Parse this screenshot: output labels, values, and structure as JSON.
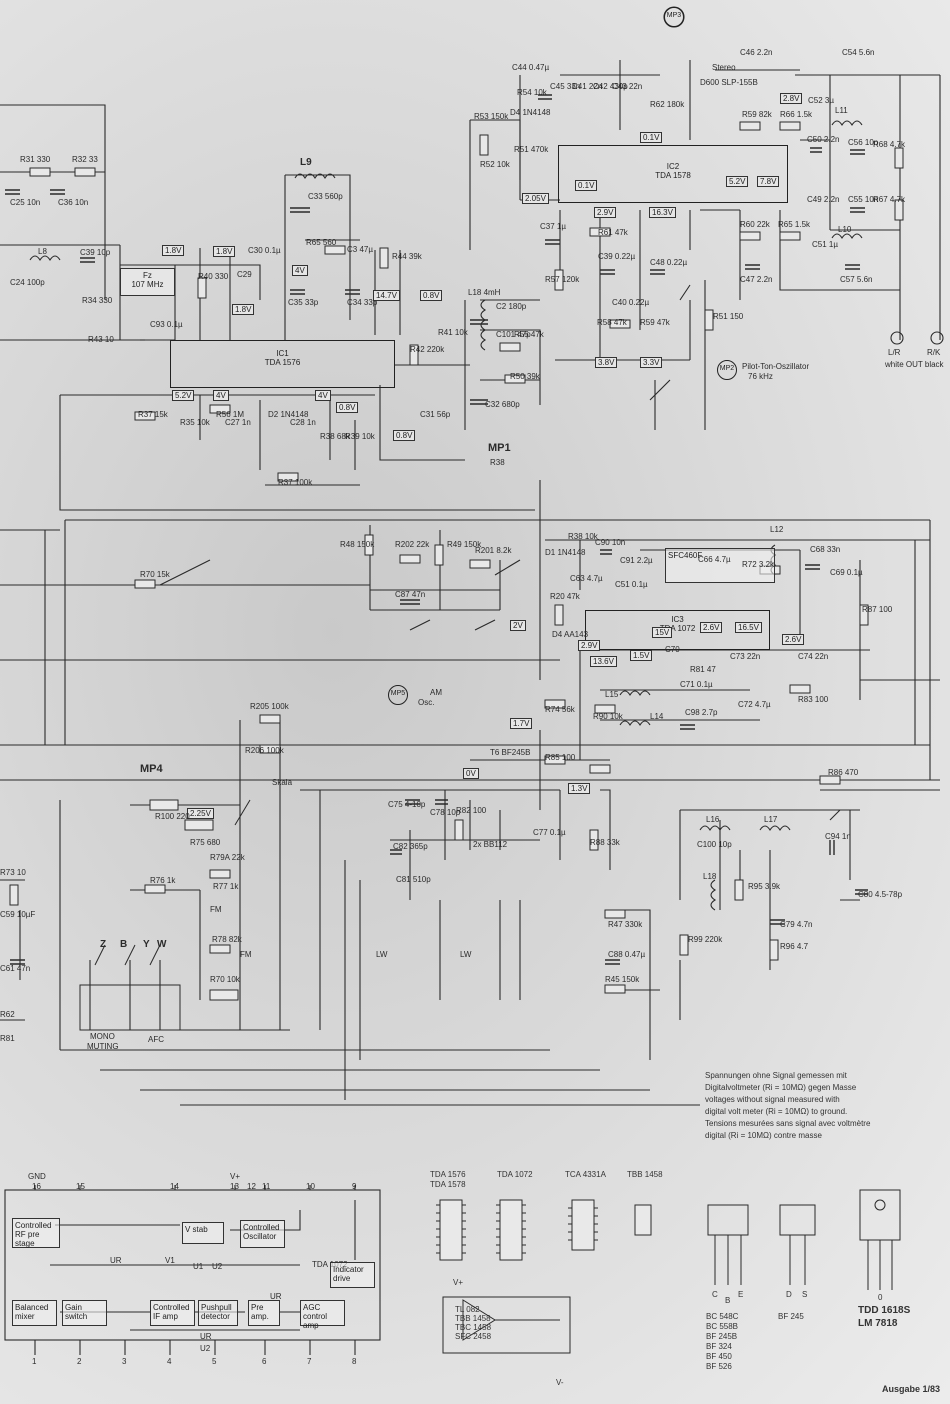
{
  "ics": {
    "ic1": {
      "ref": "IC1",
      "part": "TDA 1576"
    },
    "ic2": {
      "ref": "IC2",
      "part": "TDA 1578"
    },
    "ic3": {
      "ref": "IC3",
      "part": "TDA 1072"
    }
  },
  "measure_points": [
    "MP1",
    "MP2",
    "MP3",
    "MP4",
    "MP5"
  ],
  "top_labels": {
    "stereo": "Stereo",
    "stereo_led": "D600 SLP-155B",
    "pilot": "Pilot-Ton-Oszillator",
    "pilot_freq": "76 kHz",
    "mp1_r": "R38",
    "filter": "107 MHz",
    "fz": "Fz",
    "sfc": "SFC460F",
    "am": "AM",
    "osc": "Osc.",
    "skala": "Skala",
    "out_l": "L/R",
    "out_r": "R/K",
    "out_caption": "white OUT black"
  },
  "voltages": [
    "1.8V",
    "1.8V",
    "1.8V",
    "0.8V",
    "14.7V",
    "4V",
    "5.2V",
    "4V",
    "4V",
    "0.8V",
    "0.8V",
    "2.8V",
    "0.1V",
    "5.2V",
    "7.8V",
    "16.3V",
    "2.05V",
    "0.1V",
    "2.9V",
    "3.8V",
    "3.3V",
    "2V",
    "2.9V",
    "13.6V",
    "15V",
    "16.5V",
    "2.6V",
    "2.6V",
    "1.5V",
    "1.7V",
    "0V",
    "1.3V",
    "2.25V"
  ],
  "components": [
    "R31 330",
    "R32 33",
    "C25 10n",
    "C36 10n",
    "C39 10p",
    "C24 100p",
    "L8",
    "R34 330",
    "R43 10",
    "C93 0.1µ",
    "R40 330",
    "C29",
    "C30 0.1µ",
    "L9",
    "C33 560p",
    "R65 560",
    "C35 33p",
    "C3 47µ",
    "R44 39k",
    "C34 33p",
    "R37 15k",
    "R56 1M",
    "D2 1N4148",
    "R35 10k",
    "C27 1n",
    "C28 1n",
    "R38 68k",
    "R39 10k",
    "R37 100k",
    "C31 56p",
    "R42 220k",
    "R41 10k",
    "L18 4mH",
    "C2 180p",
    "C101 47p",
    "R55 47k",
    "R50 39k",
    "C32 680p",
    "C44 0.47µ",
    "R54 10k",
    "D4 1N4148",
    "R53 150k",
    "R52 10k",
    "R51 470k",
    "C45 33n",
    "C41 22n",
    "C42 430p",
    "C43 22n",
    "R62 180k",
    "C37 1µ",
    "R57 120k",
    "C39 0.22µ",
    "C48 0.22µ",
    "C40 0.22µ",
    "R61 47k",
    "R58 47k",
    "R59 47k",
    "R51 150",
    "C46 2.2n",
    "R59 82k",
    "R66 1.5k",
    "C52 3µ",
    "L11",
    "C54 5.6n",
    "C50 2.2n",
    "C56 10n",
    "R68 4.7k",
    "C49 2.2n",
    "C55 10n",
    "R67 4.7k",
    "R60 22k",
    "R65 1.5k",
    "C51 1µ",
    "L10",
    "C47 2.2n",
    "C57 5.6n",
    "R48 150k",
    "R202 22k",
    "R49 150k",
    "R201 8.2k",
    "C87 47n",
    "R70 15k",
    "D1 1N4148",
    "R38 10k",
    "C90 10n",
    "C91 2.2µ",
    "C63 4.7µ",
    "C51 0.1µ",
    "R20 47k",
    "D4 AA143",
    "C66 4.7µ",
    "R72 3.2k",
    "L12",
    "C68 33n",
    "C69 0.1µ",
    "C73 22n",
    "C74 22n",
    "R81 47",
    "C70",
    "C71 0.1µ",
    "R74 56k",
    "L15",
    "R90 10k",
    "L14",
    "C98 2.7p",
    "C72 4.7µ",
    "R83 100",
    "R205 100k",
    "R206 100k",
    "T6 BF245B",
    "R85 100",
    "R86 470",
    "C75 4-10p",
    "C78 10p",
    "R82 100",
    "2x BB112",
    "C77 0.1µ",
    "R88 33k",
    "C82 365p",
    "C81 510p",
    "R100 220",
    "R75 680",
    "R79A 22k",
    "R77 1k",
    "R78 82k",
    "R76 1k",
    "R70 10k",
    "C59 10µF",
    "C61 47n",
    "L16",
    "L17",
    "C100 10p",
    "C94 1n",
    "L18",
    "R95 3.9k",
    "C79 4.7n",
    "R96 4.7",
    "R99 220k",
    "R47 330k",
    "C88 0.47µ",
    "R45 150k",
    "C80 4.5-78p",
    "R87 100",
    "R73 10",
    "R62",
    "R81"
  ],
  "switch_labels": [
    "Z",
    "B",
    "Y",
    "W",
    "MONO",
    "MUTING",
    "AFC",
    "LW",
    "FM",
    "LW",
    "FM"
  ],
  "notes": [
    "Spannungen ohne Signal gemessen mit",
    "Digitalvoltmeter (Ri = 10MΩ) gegen Masse",
    "voltages without signal measured with",
    "digital volt meter (Ri = 10MΩ) to ground.",
    "Tensions mesurées sans signal avec voltmètre",
    "digital (Ri = 10MΩ) contre masse"
  ],
  "block_diagram": {
    "pins_top": [
      "GND",
      "16",
      "15",
      "14",
      "V+",
      "13",
      "12",
      "11",
      "10",
      "9"
    ],
    "pins_bottom": [
      "1",
      "2",
      "3",
      "4",
      "5",
      "6",
      "7",
      "8"
    ],
    "title": "TDA 1072",
    "blocks": [
      "Controlled RF pre stage",
      "V stab",
      "Controlled Oscillator",
      "Balanced mixer",
      "Gain switch",
      "Controlled IF amp",
      "Pushpull detector",
      "Pre amp.",
      "AGC control amp",
      "Indicator drive"
    ],
    "u_labels": [
      "UR",
      "V1",
      "U1",
      "U2",
      "UR",
      "UR",
      "U2"
    ]
  },
  "packages": {
    "ic_a": [
      "TDA 1576",
      "TDA 1578"
    ],
    "ic_b": "TDA 1072",
    "ic_c": "TCA 4331A",
    "ic_d": "TBB 1458",
    "ic_e": [
      "TL 082",
      "TBB 1458",
      "TBC 1458",
      "SFC 2458"
    ],
    "trans1_pins": [
      "C",
      "B",
      "E"
    ],
    "trans1_parts": [
      "BC 548C",
      "BC 558B",
      "BF 245B",
      "BF 324",
      "BF 450",
      "BF 526"
    ],
    "trans2_pins": [
      "D",
      "S"
    ],
    "trans2_part": "BF 245",
    "reg_parts": [
      "TDD 1618S",
      "LM 7818"
    ],
    "reg_pin": "0",
    "vplus": "V+",
    "vminus": "V-"
  },
  "edition": "Ausgabe 1/83"
}
